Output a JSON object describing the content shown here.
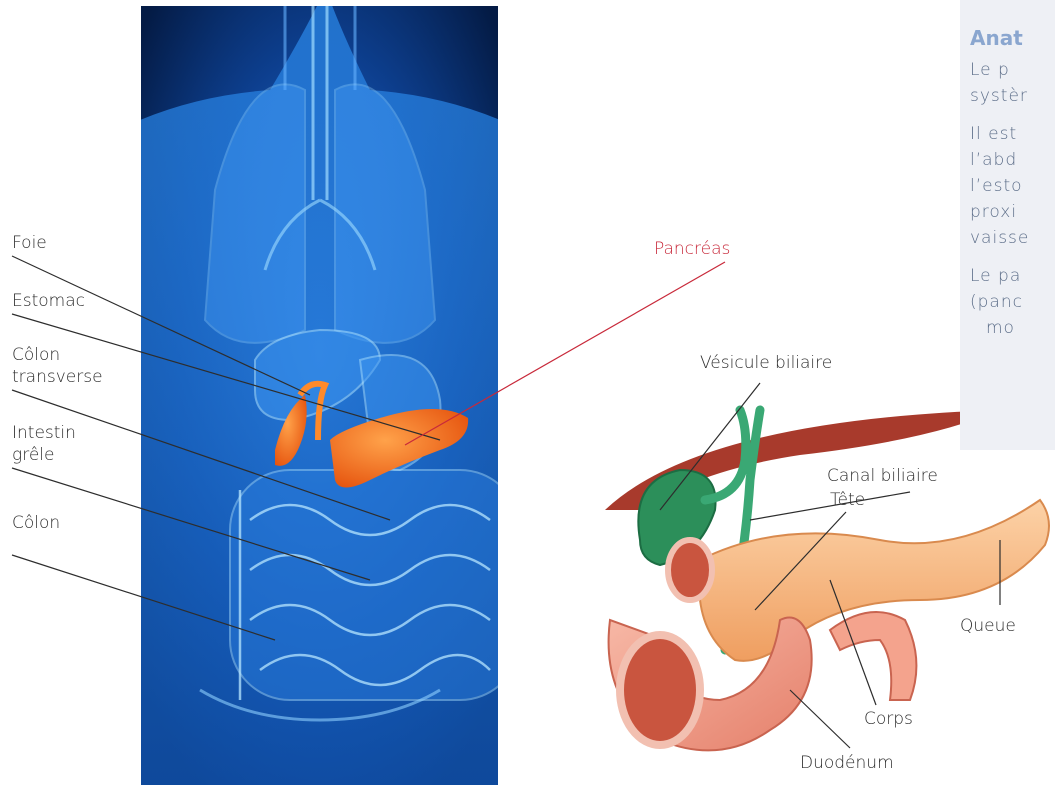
{
  "labels": {
    "foie": "Foie",
    "estomac": "Estomac",
    "colon_transverse": "Côlon\ntransverse",
    "intestin_grele": "Intestin\ngrêle",
    "colon": "Côlon",
    "pancreas": "Pancréas",
    "vesicule": "Vésicule biliaire",
    "canal": "Canal biliaire",
    "tete": "Tête",
    "queue": "Queue",
    "corps": "Corps",
    "duodenum": "Duodénum"
  },
  "info_panel": {
    "title": "Anat",
    "lines": [
      "Le  p",
      "systèr",
      "Il  est",
      "l’abd",
      "l’esto",
      "proxi",
      "vaisse",
      "Le  pa",
      "(panc",
      "mo"
    ]
  },
  "colors": {
    "body_blue": "#1f6fd1",
    "organ_orange": "#f26a1b",
    "pancreas_label_red": "#c8293a",
    "panel_bg": "#eef0f5",
    "panel_title": "#8aa6cf"
  }
}
